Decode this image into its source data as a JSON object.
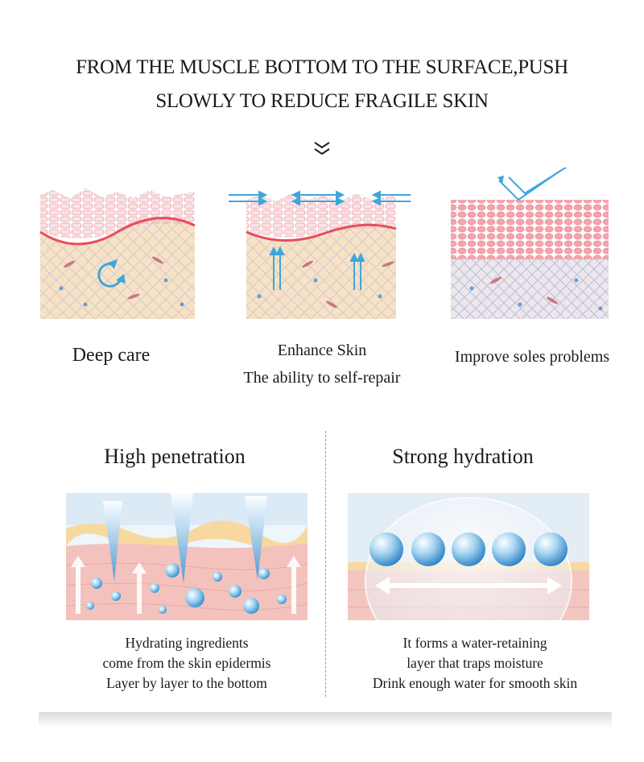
{
  "header": {
    "line1": "FROM THE MUSCLE BOTTOM TO THE SURFACE,PUSH",
    "line2": "SLOWLY TO REDUCE FRAGILE SKIN"
  },
  "top_panels": [
    {
      "caption": "Deep care"
    },
    {
      "caption_line1": "Enhance Skin",
      "caption_line2": "The ability to self-repair"
    },
    {
      "caption": "Improve soles problems"
    }
  ],
  "bottom_panels": {
    "left": {
      "title": "High penetration",
      "lines": [
        "Hydrating ingredients",
        "come from the skin epidermis",
        "Layer by layer to the bottom"
      ]
    },
    "right": {
      "title": "Strong hydration",
      "lines": [
        "It forms a water-retaining",
        "layer that traps moisture",
        "Drink enough water for smooth skin"
      ]
    }
  },
  "colors": {
    "epidermis": "#f4b6bd",
    "dermis": "#f8e2c4",
    "arrow": "#3ea6dc",
    "bubble": "#7fc3ec"
  }
}
